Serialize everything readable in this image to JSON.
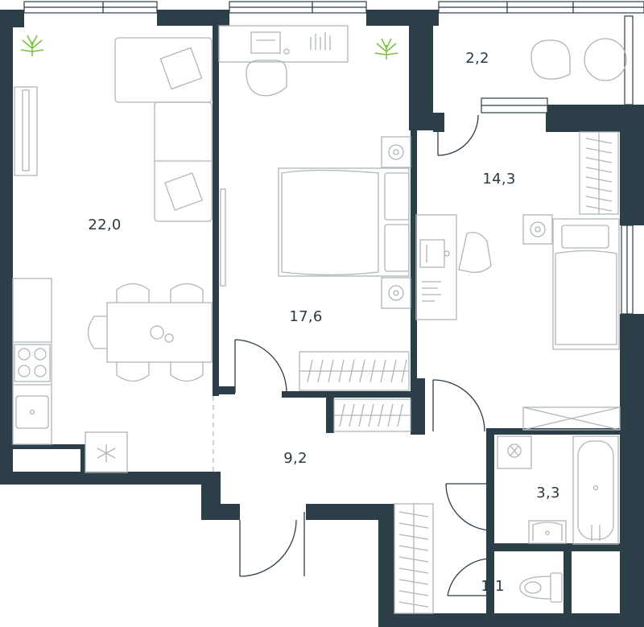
{
  "rooms": {
    "living_kitchen": {
      "area": "22,0"
    },
    "bedroom": {
      "area": "17,6"
    },
    "balcony": {
      "area": "2,2"
    },
    "kids_room": {
      "area": "14,3"
    },
    "hallway": {
      "area": "9,2"
    },
    "bathroom": {
      "area": "3,3"
    },
    "toilet": {
      "area": "1,1"
    }
  },
  "colors": {
    "wall": "#2c3e47",
    "furniture_line": "#aeb6ba",
    "plant": "#7cc242",
    "label": "#2a3a44"
  },
  "icons": [
    "plant-icon",
    "sofa-icon",
    "bed-icon",
    "table-icon",
    "stove-icon",
    "sink-icon",
    "bathtub-icon",
    "toilet-icon",
    "door-swing-icon",
    "window-icon"
  ]
}
